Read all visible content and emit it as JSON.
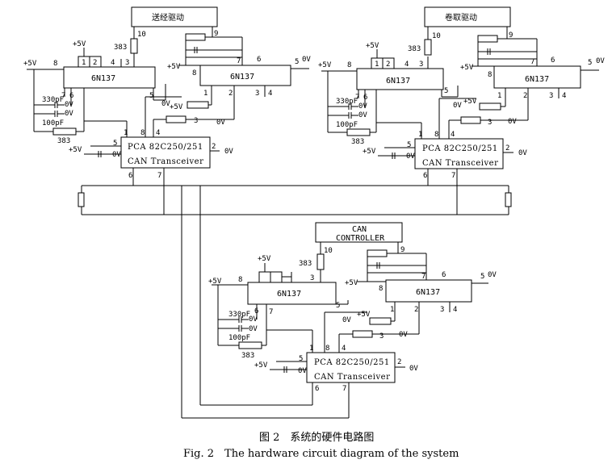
{
  "labels": {
    "drive_feed": "送经驱动",
    "drive_takeup": "卷取驱动",
    "can_controller_1": "CAN",
    "can_controller_2": "CONTROLLER",
    "optocoupler": "6N137",
    "transceiver_1": "PCA 82C250/251",
    "transceiver_2": "CAN  Transceiver",
    "plus5v": "+5V",
    "zerov": "0V",
    "r383": "383",
    "c330": "330pF",
    "c100": "100pF"
  },
  "pins": {
    "p1": "1",
    "p2": "2",
    "p3": "3",
    "p4": "4",
    "p5": "5",
    "p6": "6",
    "p7": "7",
    "p8": "8",
    "p9": "9",
    "p10": "10"
  },
  "caption": {
    "zh": "图 2　系统的硬件电路图",
    "en": "Fig. 2　The hardware circuit diagram of the system"
  }
}
